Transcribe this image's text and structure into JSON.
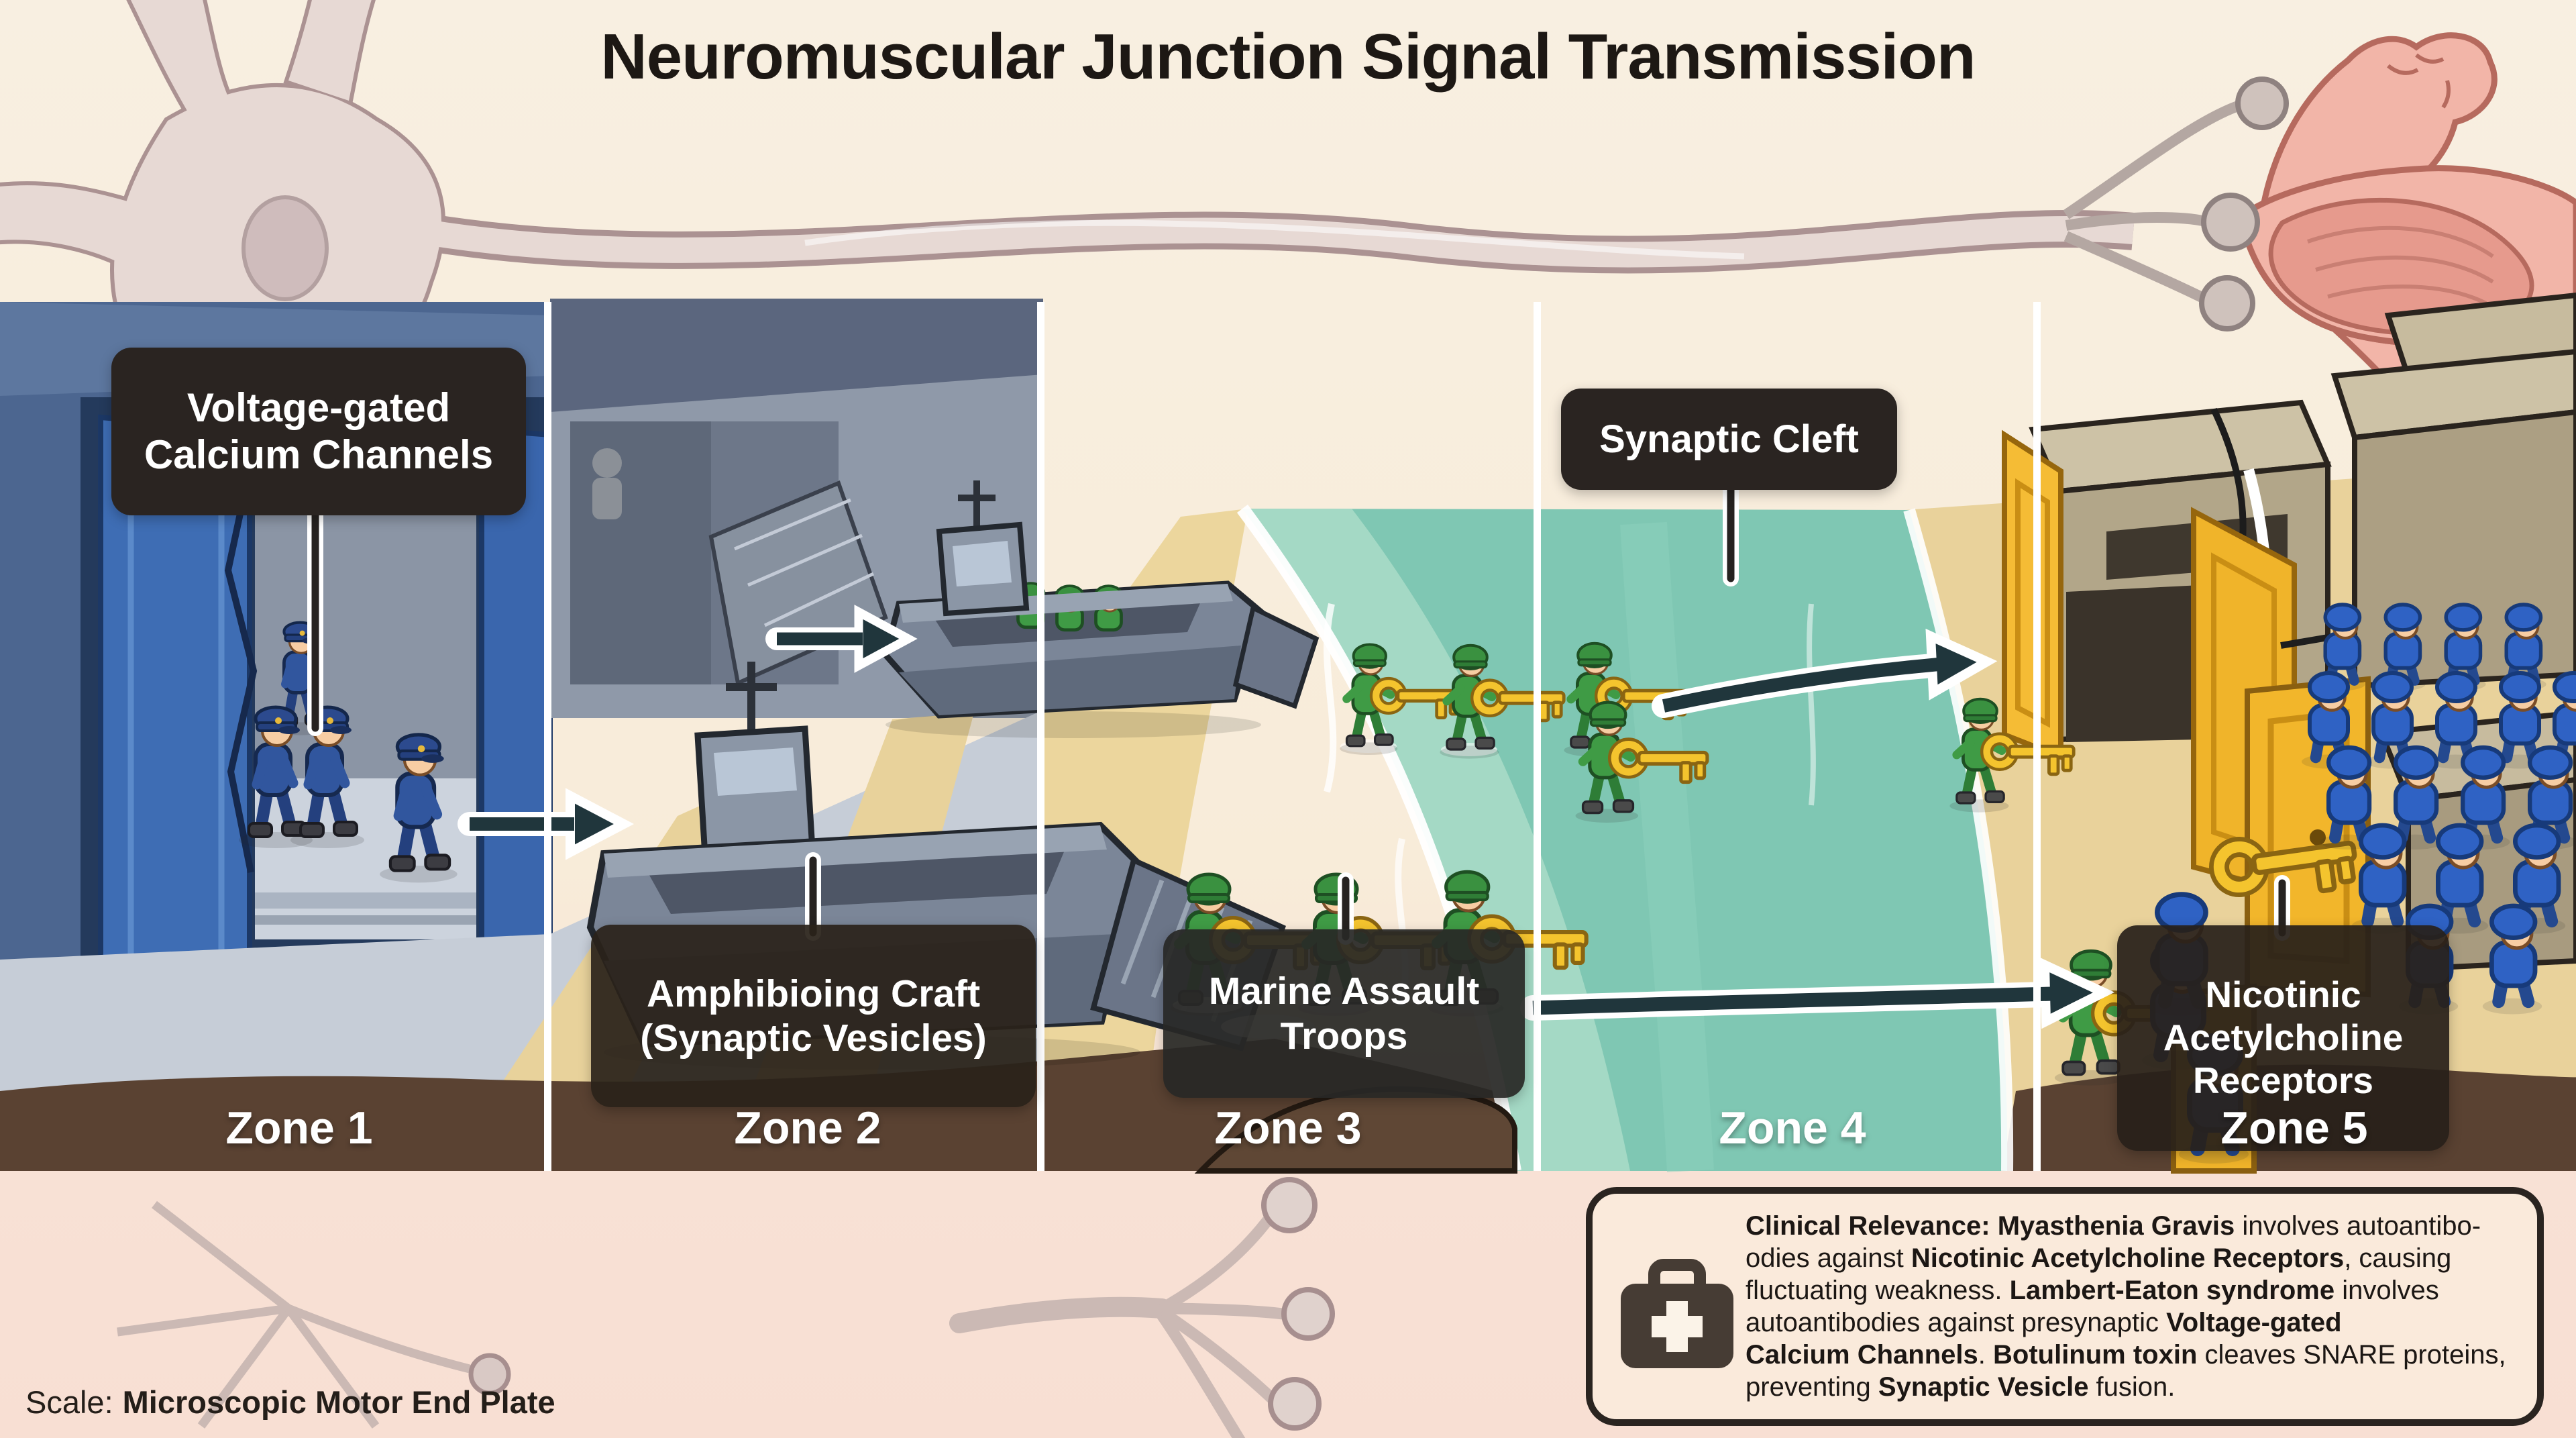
{
  "title": "Neuromuscular Junction Signal Transmission",
  "zone_labels": [
    "Zone 1",
    "Zone 2",
    "Zone 3",
    "Zone 4",
    "Zone 5"
  ],
  "callouts": {
    "calcium_channels": {
      "lines": [
        "Voltage-gated",
        "Calcium Channels"
      ]
    },
    "synaptic_vesicles": {
      "lines": [
        "Amphibioing Craft",
        "(Synaptic Vesicles)"
      ]
    },
    "assault_troops": {
      "lines": [
        "Marine Assault",
        "Troops"
      ]
    },
    "synaptic_cleft": {
      "lines": [
        "Synaptic Cleft"
      ]
    },
    "ach_receptors": {
      "lines": [
        "Nicotinic",
        "Acetylcholine",
        "Receptors"
      ]
    }
  },
  "scale_note": {
    "prefix": "Scale:",
    "label": "Microscopic Motor End Plate"
  },
  "clinical_note": {
    "icon": "first-aid-kit-icon",
    "segments": [
      {
        "text": "Clinical Relevance: Myasthenia Gravis",
        "bold": true
      },
      {
        "text": " involves autoantibo-",
        "bold": false,
        "break": true
      },
      {
        "text": "odies against ",
        "bold": false
      },
      {
        "text": "Nicotinic Acetylcholine Receptors",
        "bold": true
      },
      {
        "text": ", causing",
        "bold": false,
        "break": true
      },
      {
        "text": "fluctuating weakness. ",
        "bold": false
      },
      {
        "text": "Lambert-Eaton syndrome",
        "bold": true
      },
      {
        "text": " involves",
        "bold": false,
        "break": true
      },
      {
        "text": "autoantibodies against presynaptic ",
        "bold": false
      },
      {
        "text": "Voltage-gated",
        "bold": true,
        "break": true
      },
      {
        "text": "Calcium Channels",
        "bold": true
      },
      {
        "text": ". ",
        "bold": false
      },
      {
        "text": "Botulinum toxin",
        "bold": true
      },
      {
        "text": " cleaves SNARE proteins,",
        "bold": false,
        "break": true
      },
      {
        "text": "preventing ",
        "bold": false
      },
      {
        "text": "Synaptic Vesicle",
        "bold": true
      },
      {
        "text": " fusion.",
        "bold": false
      }
    ]
  },
  "scene_icons": [
    "neuron-icon",
    "axon-icon",
    "muscle-arm-icon",
    "nerve-ending-icon",
    "calcium-channel-door-icon",
    "landing-craft-icon",
    "marine-soldier-icon",
    "golden-key-icon",
    "golden-door-icon",
    "bunker-icon",
    "arrow-icon",
    "water-icon",
    "first-aid-kit-icon"
  ],
  "colors": {
    "background_top": "#f8efe1",
    "background_bottom": "#f8e1d5",
    "title_text": "#1d1814",
    "label_box": "#2a2421",
    "label_text": "#ffffff",
    "zone_divider": "#ffffff",
    "water_deep": "#7fc7b3",
    "water_shallow": "#b9e2d0",
    "sand": "#ecd69d",
    "ground_brown": "#5a4232",
    "building_blue": "#4c6690",
    "door_blue": "#3e6db4",
    "boat_gray": "#7b8698",
    "soldier_green": "#3f9b45",
    "soldier_blue": "#2f62c4",
    "key_gold": "#f4c42e",
    "bunker_khaki": "#b2a689",
    "door_gold": "#f2b62b",
    "arrow_dark": "#20363c",
    "clinical_bg": "#faeadb",
    "clinical_border": "#2a2420",
    "muscle_pink": "#f2b5a8",
    "neuron_beige": "#e7d9d4"
  }
}
